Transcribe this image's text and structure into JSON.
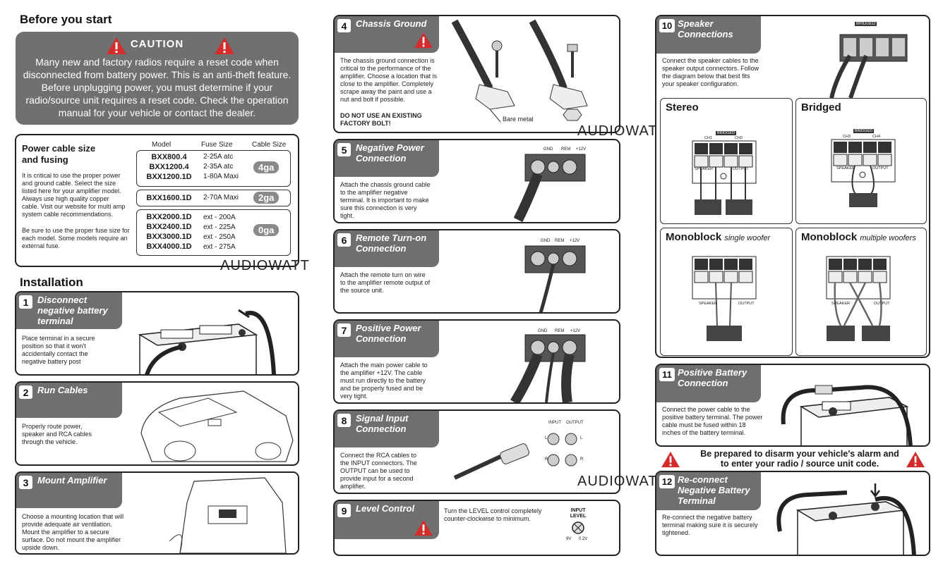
{
  "before": {
    "title": "Before you start",
    "caution_title": "CAUTION",
    "caution_body": "Many new and factory radios require a reset code when disconnected from battery power. This is an anti-theft feature. Before unplugging power, you must determine if your radio/source unit requires a reset code. Check the operation manual for your vehicle or contact the dealer."
  },
  "power": {
    "title_1": "Power cable size",
    "title_2": "and fusing",
    "text_1": "It is critical to use the proper power and ground cable. Select the size listed here for your amplifier model. Always use high quality copper cable. Visit our website for multi amp system cable recommendations.",
    "text_2": "Be sure to use the proper fuse size for each model. Some models require an external fuse.",
    "col_model": "Model",
    "col_fuse": "Fuse Size",
    "col_cable": "Cable Size",
    "groups": [
      {
        "models": [
          "BXX800.4",
          "BXX1200.4",
          "BXX1200.1D"
        ],
        "fuses": [
          "2-25A atc",
          "2-35A atc",
          "1-80A Maxi"
        ],
        "cable": "4ga"
      },
      {
        "models": [
          "BXX1600.1D"
        ],
        "fuses": [
          "2-70A Maxi"
        ],
        "cable": "2ga"
      },
      {
        "models": [
          "BXX2000.1D",
          "BXX2400.1D",
          "BXX3000.1D",
          "BXX4000.1D"
        ],
        "fuses": [
          "ext - 200A",
          "ext - 225A",
          "ext - 250A",
          "ext - 275A"
        ],
        "cable": "0ga"
      }
    ]
  },
  "installation_title": "Installation",
  "watermark": "AUDIOWATT",
  "steps": [
    {
      "n": "1",
      "title": "Disconnect negative battery terminal",
      "text": "Place terminal in a secure position so that it won't accidentally contact the negative battery post"
    },
    {
      "n": "2",
      "title": "Run Cables",
      "text": "Properly route power, speaker and RCA cables through the vehicle."
    },
    {
      "n": "3",
      "title": "Mount Amplifier",
      "text": "Choose a mounting location that will provide adequate air ventilation. Mount the amplifier to a secure surface. Do not mount the amplifier upside down."
    },
    {
      "n": "4",
      "title": "Chassis Ground",
      "text": "The chassis ground connection is critical to the performance of the amplifier. Choose a location that is close to the amplifier. Completely scrape away the paint and use a nut and bolt if possible.",
      "bold": "DO NOT USE AN EXISTING FACTORY BOLT!",
      "label": "Bare metal"
    },
    {
      "n": "5",
      "title": "Negative Power Connection",
      "text": "Attach the chassis ground cable to the amplifier negative terminal. It is important to make sure this connection is very tight."
    },
    {
      "n": "6",
      "title": "Remote Turn-on Connection",
      "text": "Attach the remote turn on wire to the amplifier remote output of the source unit."
    },
    {
      "n": "7",
      "title": "Positive Power Connection",
      "text": "Attach the main power cable to the amplifier +12V. The cable must run directly to the battery and be properly fused and be very tight."
    },
    {
      "n": "8",
      "title": "Signal Input Connection",
      "text": "Connect the RCA cables to the INPUT connectors. The OUTPUT can be used to provide input for a second amplifier.",
      "input": "INPUT",
      "output": "OUTPUT",
      "l": "L",
      "r": "R"
    },
    {
      "n": "9",
      "title": "Level Control",
      "text": "Turn the LEVEL control completely counter-clockwise to minimum.",
      "knob_1": "INPUT",
      "knob_2": "LEVEL",
      "v_lo": "9V",
      "v_hi": "0.2V"
    },
    {
      "n": "10",
      "title": "Speaker Connections",
      "text": "Connect the speaker cables to the speaker output connectors. Follow the diagram below that best fits your speaker configuration."
    },
    {
      "n": "11",
      "title": "Positive Battery Connection",
      "text": "Connect the power cable to the positive battery terminal. The power cable must be fused within 18 inches of the battery terminal."
    },
    {
      "n": "12",
      "title": "Re-connect Negative Battery Terminal",
      "text": "Re-connect the negative battery terminal making sure it is securely tightened."
    }
  ],
  "terminal_labels": {
    "gnd": "GND",
    "rem": "REM",
    "v12": "+12V"
  },
  "configs": {
    "stereo": "Stereo",
    "bridged": "Bridged",
    "mono": "Monoblock",
    "mono_single": "single woofer",
    "mono_multi": "multiple woofers",
    "speaker": "SPEAKER",
    "output": "OUTPUT",
    "ch1": "CH1",
    "ch2": "CH2",
    "ch3": "CH3",
    "ch4": "CH4",
    "bridged_tag": "BRIDGED"
  },
  "alarm": {
    "line_1": "Be prepared to disarm your vehicle's alarm and",
    "line_2": "to enter your radio / source unit code."
  }
}
